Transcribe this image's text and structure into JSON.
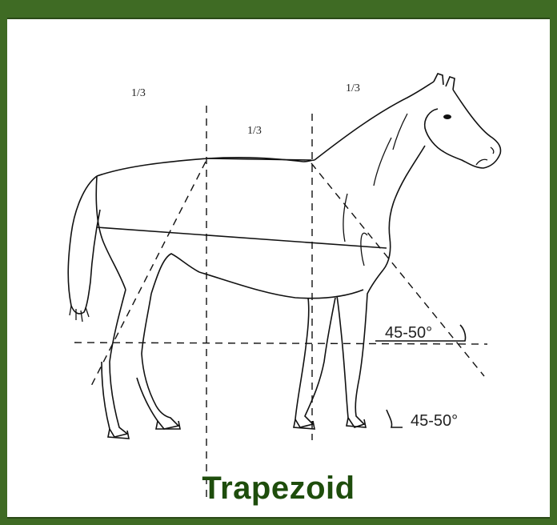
{
  "caption": "Trapezoid",
  "labels": {
    "third_left": "1/3",
    "third_middle": "1/3",
    "third_right": "1/3",
    "angle_top": "45-50°",
    "angle_bottom": "45-50°"
  },
  "colors": {
    "frame": "#3f6b24",
    "caption": "#1e4d0c",
    "drawing": "#111111"
  }
}
